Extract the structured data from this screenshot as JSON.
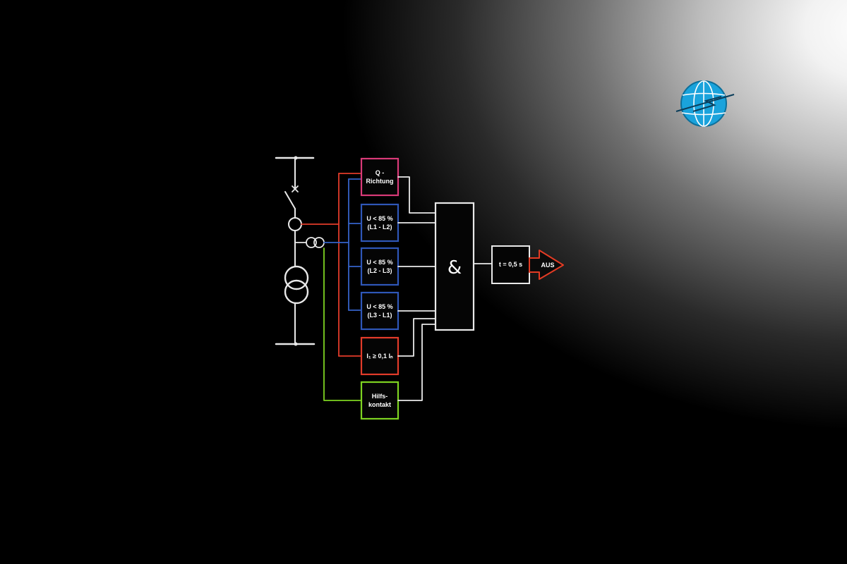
{
  "logo": {
    "icon": "globe-logo-icon",
    "color": "#1aa3dc"
  },
  "colors": {
    "chalk": "#e9e9e9",
    "q_richtung": "#d93a78",
    "undervoltage": "#2f57b8",
    "current": "#e23b2a",
    "auxiliary": "#7ed321",
    "trip": "#e33b24"
  },
  "blocks": {
    "q_richtung": {
      "line1": "Q -",
      "line2": "Richtung"
    },
    "u_l1_l2": {
      "line1": "U < 85 %",
      "line2": "(L1 - L2)"
    },
    "u_l2_l3": {
      "line1": "U < 85 %",
      "line2": "(L2 - L3)"
    },
    "u_l3_l1": {
      "line1": "U < 85 %",
      "line2": "(L3 - L1)"
    },
    "current": {
      "label": "I₁ ≥ 0,1 Iₙ"
    },
    "aux": {
      "line1": "Hilfs-",
      "line2": "kontakt"
    }
  },
  "and_gate": {
    "symbol": "&"
  },
  "timer": {
    "label": "t = 0,5 s"
  },
  "output": {
    "label": "AUS"
  }
}
